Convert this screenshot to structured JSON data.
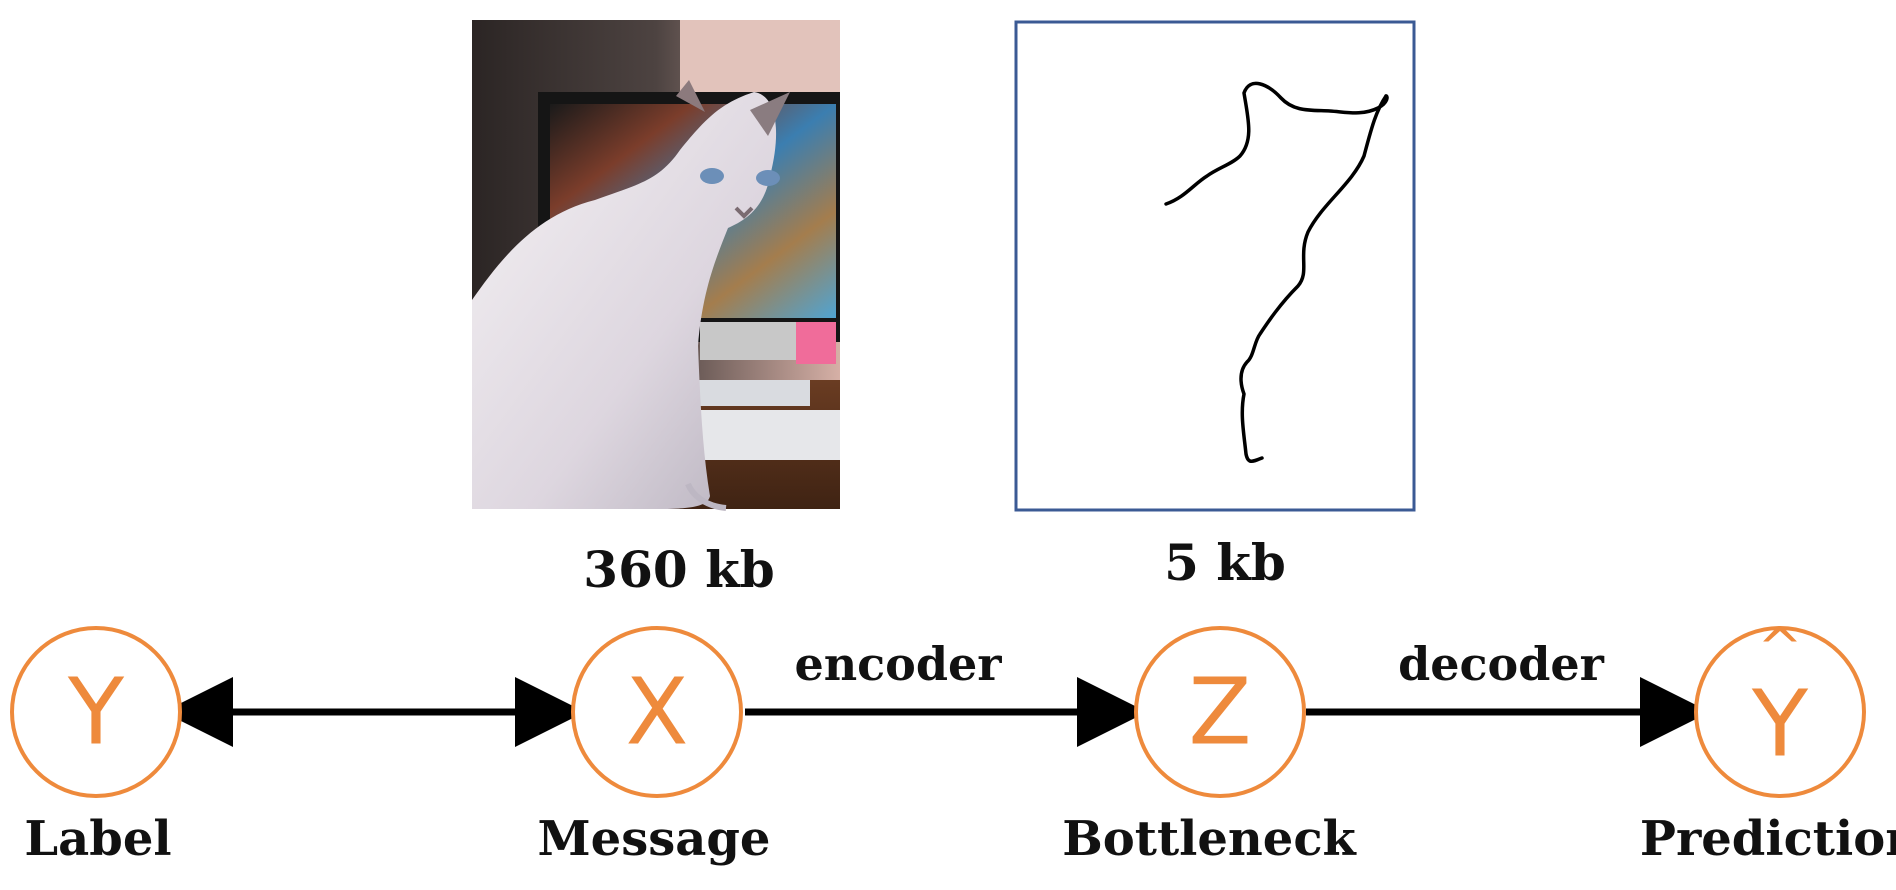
{
  "colors": {
    "node_stroke": "#ee8a3c",
    "node_text": "#ee8a3c",
    "arrow": "#000000",
    "sketch_frame": "#3b5a94"
  },
  "images": {
    "photo": {
      "icon": "cat-photo",
      "size_label": "360 kb"
    },
    "sketch": {
      "icon": "cat-line-sketch",
      "size_label": "5 kb"
    }
  },
  "nodes": {
    "label": {
      "symbol": "Y",
      "caption": "Label"
    },
    "message": {
      "symbol": "X",
      "caption": "Message"
    },
    "bottleneck": {
      "symbol": "Z",
      "caption": "Bottleneck"
    },
    "prediction": {
      "symbol": "Y",
      "hat": "^",
      "caption": "Prediction"
    }
  },
  "edges": {
    "encoder": "encoder",
    "decoder": "decoder"
  }
}
